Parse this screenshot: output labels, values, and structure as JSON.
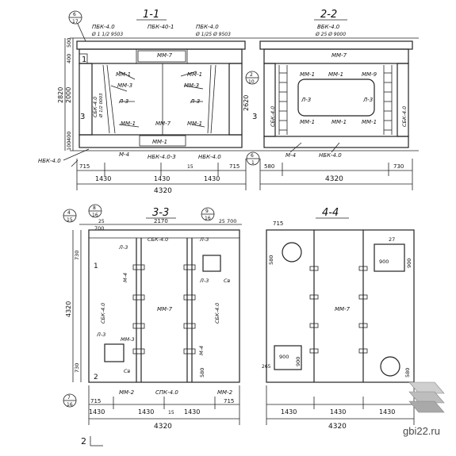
{
  "sections": {
    "s11": {
      "title": "1-1",
      "labels": {
        "ts1": "ПБК-4.0",
        "ts1b": "Ø 1 1/2 9503",
        "ts2": "ПБК-40-1",
        "ts3": "ПБК-4.0",
        "ts3b": "Ø 1/25 Ø 9503",
        "mm7a": "ММ-7",
        "mm1a": "ММ-1",
        "mm1b": "ММ-1",
        "mm3a": "ММ-3",
        "mm3b": "ММ-3",
        "l3a": "Л-3",
        "l3b": "Л-3",
        "sbk": "СБК-4.0",
        "sbkb": "Ø 1/2 0003",
        "mm1c": "ММ-1",
        "mm7b": "ММ-7",
        "mm1d": "ММ-1",
        "mm1e": "ММ-1",
        "mm4": "М-4",
        "nbk1": "НБК-4.0-3",
        "nbk2": "НБК-4.0",
        "nbkL": "НБК-4.0",
        "callout1": "6",
        "callout1b": "17",
        "callout2": "2",
        "callout2b": "10",
        "callout3": "6",
        "callout3b": "1",
        "n1": "1",
        "n3": "3"
      },
      "dims": {
        "h1": "500",
        "h2": "400",
        "h3": "2820",
        "h4": "2000",
        "h5": "400",
        "h6": "100",
        "h7": "2620",
        "b1": "715",
        "b2": "1430",
        "b3": "1430",
        "b4": "1430",
        "b5": "715",
        "b6": "15",
        "total": "4320"
      }
    },
    "s22": {
      "title": "2-2",
      "labels": {
        "top1": "ВБК-4.0",
        "top2": "Ø 25 Ø 9000",
        "mm7": "ММ-7",
        "mm1a": "ММ-1",
        "mm1b": "ММ-1",
        "mm9": "ММ-9",
        "l3a": "Л-3",
        "l3b": "Л-3",
        "sbk1": "СБК-4.0",
        "sbk2": "СБК-4.0",
        "mm1c": "ММ-1",
        "mm1d": "ММ-1",
        "mm1e": "ММ-1",
        "m4": "М-4",
        "nbk": "НБК-4.0",
        "n3": "3"
      },
      "dims": {
        "b1": "580",
        "b2": "730",
        "total": "4320"
      }
    },
    "s33": {
      "title": "3-3",
      "labels": {
        "c1": "4",
        "c1b": "15",
        "c2": "8",
        "c2b": "16",
        "c3": "9",
        "c3b": "16",
        "c4": "7",
        "c4b": "16",
        "d25a": "25",
        "d700a": "700",
        "d2170": "2170",
        "d25b": "25",
        "d700b": "700",
        "sbk1": "СБК-4.0",
        "l3a": "Л-3",
        "l3b": "Л-3",
        "l3c": "Л-3",
        "l3d": "Л-3",
        "sv1": "Св",
        "sv2": "Св",
        "mm7": "ММ-7",
        "m4a": "М-4",
        "m4b": "М-4",
        "mm3": "ММ-3",
        "mm2a": "ММ-2",
        "mm2b": "ММ-2",
        "spk": "СПК-4.0",
        "sbk2": "СБК-4.0",
        "sbk3": "СБК-4.0",
        "n1": "1",
        "n2": "2"
      },
      "dims": {
        "v1": "730",
        "v2": "4320",
        "v3": "730",
        "v4": "580",
        "b1": "715",
        "b2": "1430",
        "b3": "1430",
        "b4": "1430",
        "b5": "715",
        "b6": "15",
        "total": "4320"
      }
    },
    "s44": {
      "title": "4-4",
      "labels": {
        "d715": "715",
        "d580": "580",
        "d900a": "900",
        "d900b": "900",
        "d900c": "900",
        "d900d": "900",
        "d265": "265",
        "d27": "27",
        "mm7": "ММ-7",
        "d580b": "580"
      },
      "dims": {
        "b2": "1430",
        "b3": "1430",
        "b4": "1430",
        "total": "4320"
      }
    }
  },
  "footer": {
    "n2": "2"
  },
  "watermark": "gbi22.ru"
}
